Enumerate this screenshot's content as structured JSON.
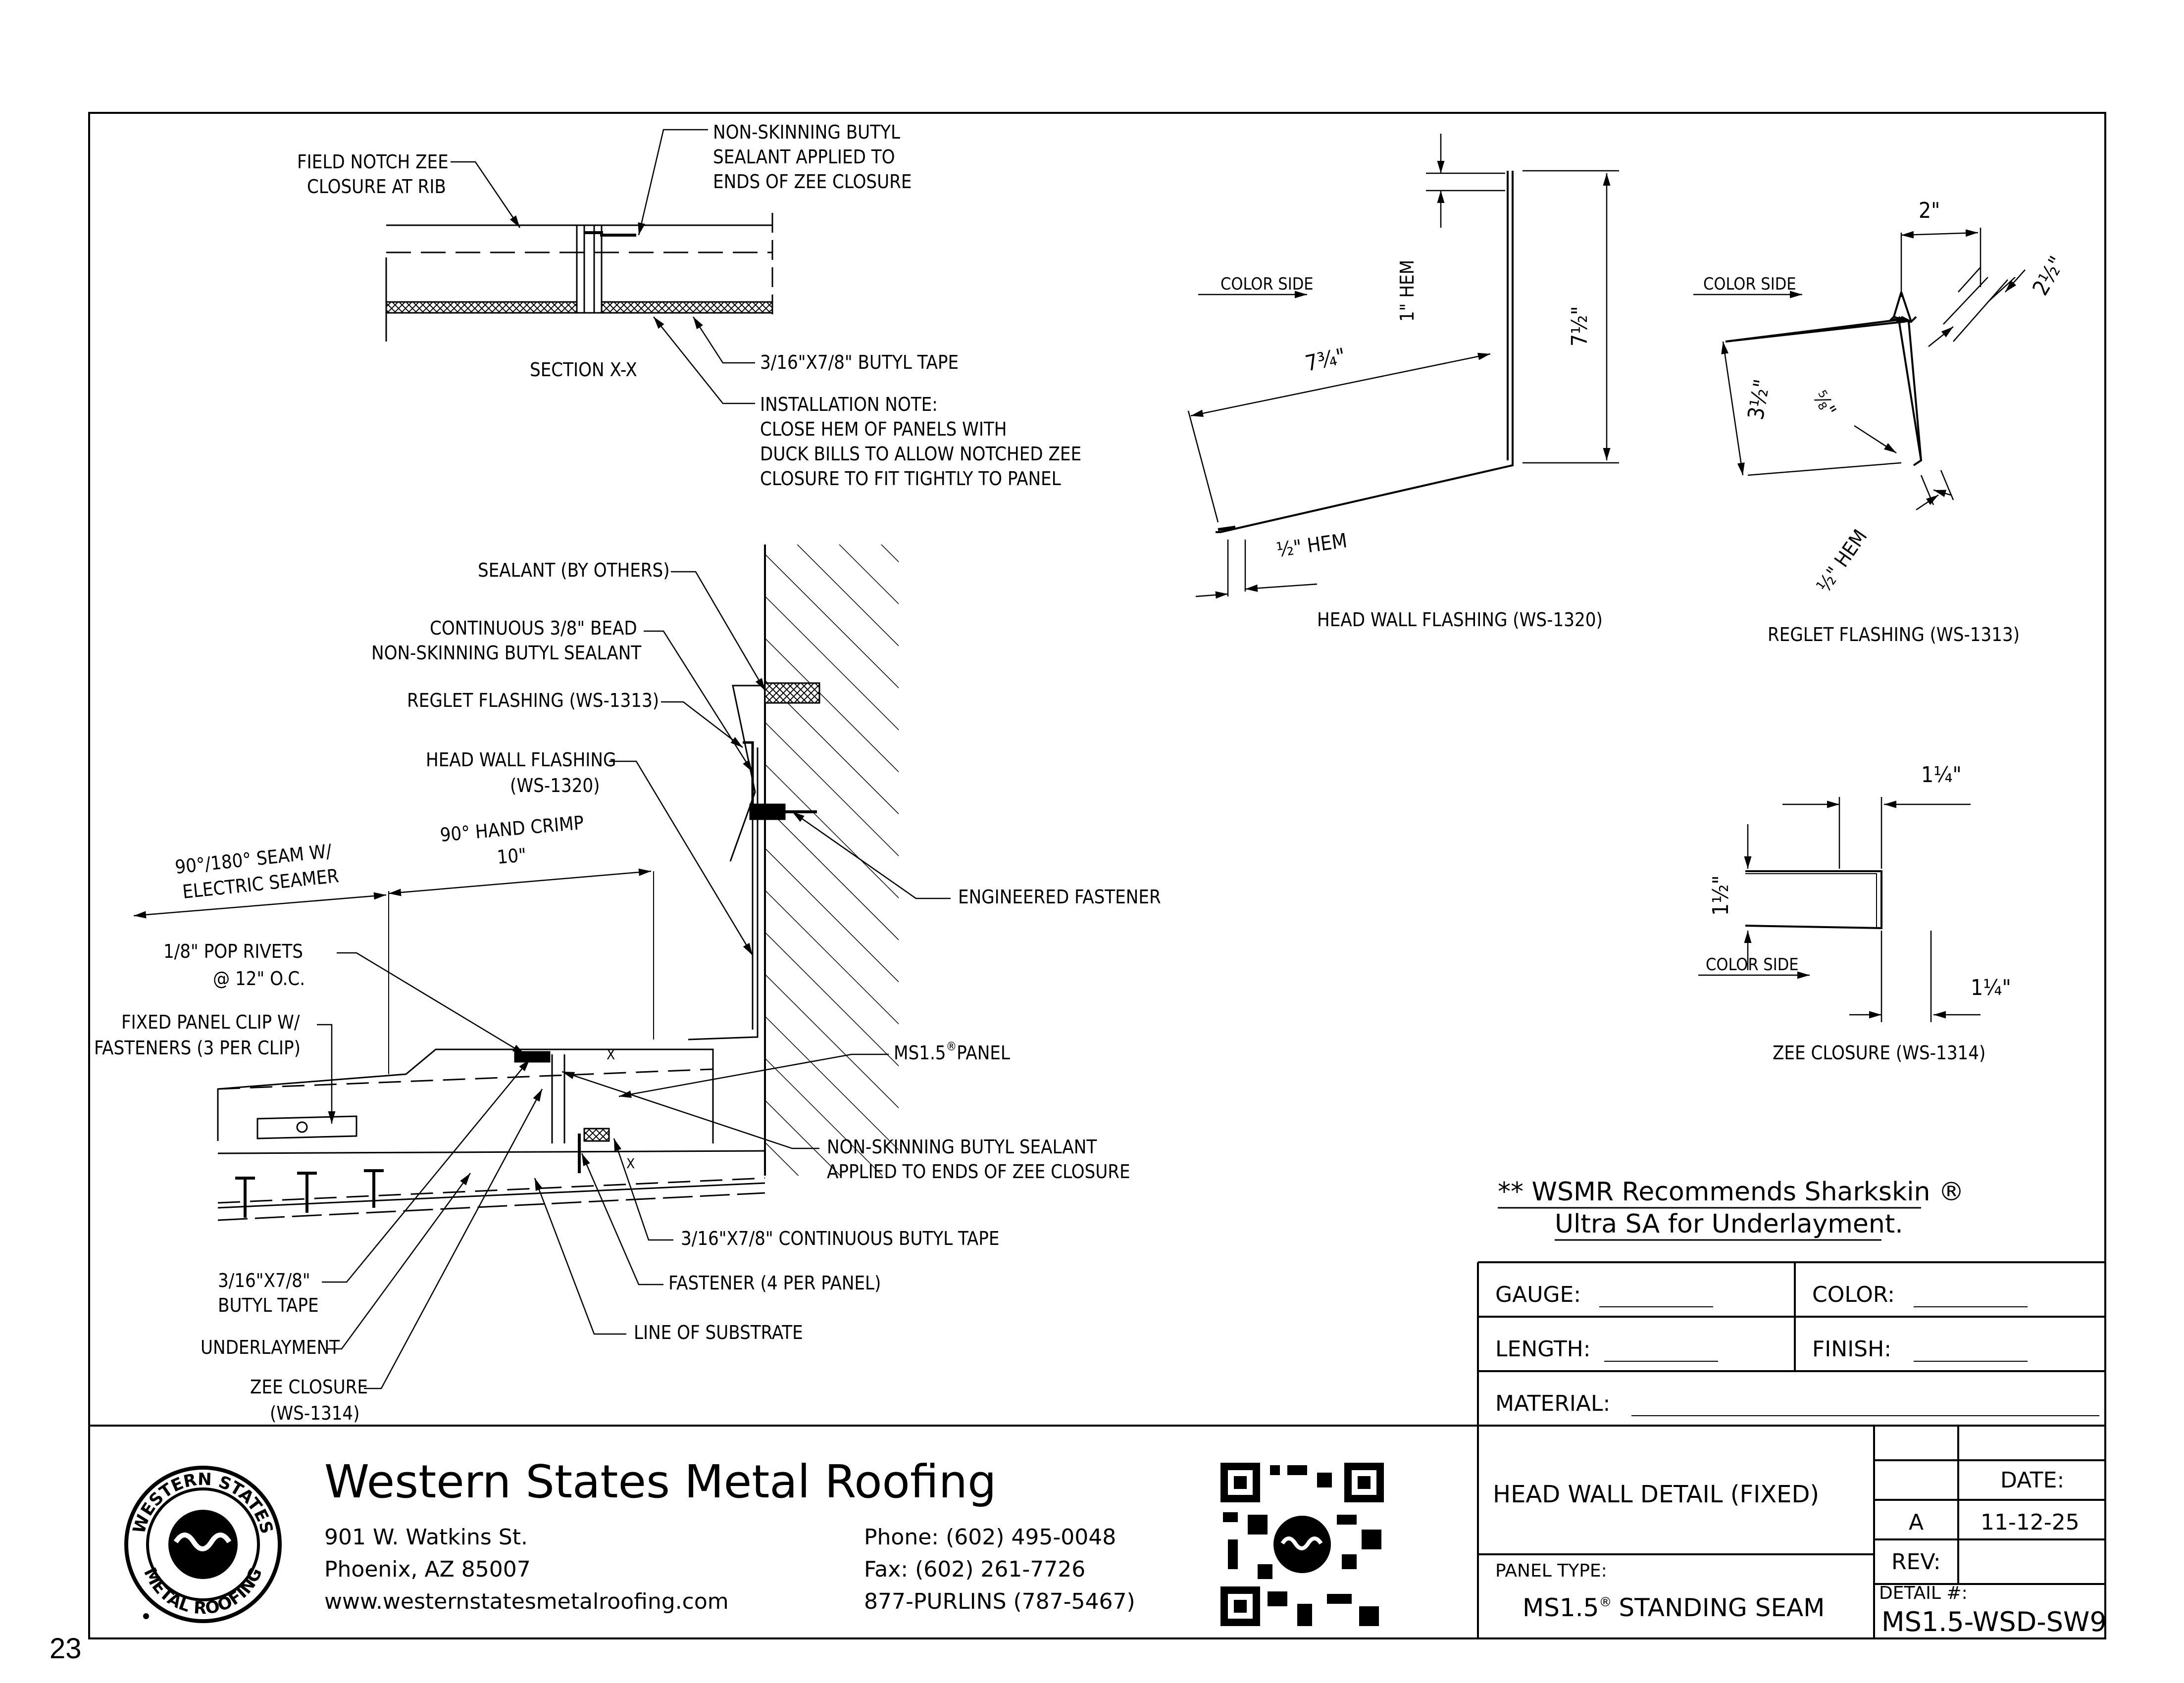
{
  "page_number": "23",
  "section": {
    "field_notch": [
      "FIELD NOTCH ZEE",
      "CLOSURE AT RIB"
    ],
    "sealant_ends": [
      "NON-SKINNING BUTYL",
      "SEALANT APPLIED TO",
      "ENDS OF ZEE CLOSURE"
    ],
    "title": "SECTION X-X",
    "butyl_tape": "3/16\"X7/8\" BUTYL TAPE",
    "install_note": [
      "INSTALLATION NOTE:",
      "CLOSE HEM OF PANELS WITH",
      "DUCK BILLS TO ALLOW NOTCHED ZEE",
      "CLOSURE TO FIT TIGHTLY TO PANEL"
    ]
  },
  "main_detail": {
    "sealant_by_others": "SEALANT (BY OTHERS)",
    "bead": [
      "CONTINUOUS 3/8\" BEAD",
      "NON-SKINNING BUTYL SEALANT"
    ],
    "reglet": "REGLET FLASHING (WS-1313)",
    "head_wall": [
      "HEAD WALL FLASHING",
      "(WS-1320)"
    ],
    "hand_crimp": [
      "90° HAND CRIMP",
      "10\""
    ],
    "seam": [
      "90°/180° SEAM W/",
      "ELECTRIC SEAMER"
    ],
    "engineered_fastener": "ENGINEERED FASTENER",
    "pop_rivets": [
      "1/8\" POP RIVETS",
      "@ 12\" O.C."
    ],
    "panel_clip": [
      "FIXED PANEL CLIP W/",
      "FASTENERS (3 PER CLIP)"
    ],
    "panel": "MS1.5",
    "panel_suffix": "PANEL",
    "panel_mark": "®",
    "non_skinning": [
      "NON-SKINNING BUTYL SEALANT",
      "APPLIED TO ENDS OF ZEE CLOSURE"
    ],
    "continuous_tape": "3/16\"X7/8\" CONTINUOUS BUTYL TAPE",
    "butyl_tape": [
      "3/16\"X7/8\"",
      "BUTYL TAPE"
    ],
    "fastener": "FASTENER (4 PER PANEL)",
    "underlayment": "UNDERLAYMENT",
    "substrate": "LINE OF SUBSTRATE",
    "zee_closure": [
      "ZEE CLOSURE",
      "(WS-1314)"
    ],
    "x_mark": "X"
  },
  "head_wall_flashing": {
    "title": "HEAD WALL FLASHING (WS-1320)",
    "color_side": "COLOR SIDE",
    "hem_top": "1\" HEM",
    "dim_7_5": "7½\"",
    "dim_7_75": "7¾\"",
    "hem_bottom": "½\" HEM"
  },
  "reglet_flashing": {
    "title": "REGLET FLASHING (WS-1313)",
    "color_side": "COLOR SIDE",
    "dim_2": "2\"",
    "dim_2_half": "2½\"",
    "dim_3_half": "3½\"",
    "dim_5_8": "⅝\"",
    "hem": "½\" HEM"
  },
  "zee_closure": {
    "title": "ZEE CLOSURE (WS-1314)",
    "color_side": "COLOR SIDE",
    "dim_top": "1¼\"",
    "dim_mid": "1½\"",
    "dim_bottom": "1¼\""
  },
  "recommendation": [
    "** WSMR Recommends Sharkskin ®",
    "Ultra SA for Underlayment."
  ],
  "spec": {
    "gauge": "GAUGE:",
    "color": "COLOR:",
    "length": "LENGTH:",
    "finish": "FINISH:",
    "material": "MATERIAL:"
  },
  "title_block": {
    "company": "Western States Metal Roofing",
    "address1": "901 W. Watkins St.",
    "address2": "Phoenix, AZ 85007",
    "website": "www.westernstatesmetalroofing.com",
    "phone": "Phone: (602) 495-0048",
    "fax": "Fax: (602) 261-7726",
    "purlins": "877-PURLINS (787-5467)",
    "logo_top": "WESTERN STATES",
    "logo_bottom": "METAL ROOFING",
    "detail_title": "HEAD WALL  DETAIL (FIXED)",
    "panel_type_label": "PANEL TYPE:",
    "panel_type": "MS1.5",
    "panel_type_mark": "®",
    "panel_type_suffix": "STANDING SEAM",
    "date_label": "DATE:",
    "rev_letter": "A",
    "date": "11-12-25",
    "rev_label": "REV:",
    "detail_label": "DETAIL #:",
    "detail_number": "MS1.5-WSD-SW9"
  }
}
